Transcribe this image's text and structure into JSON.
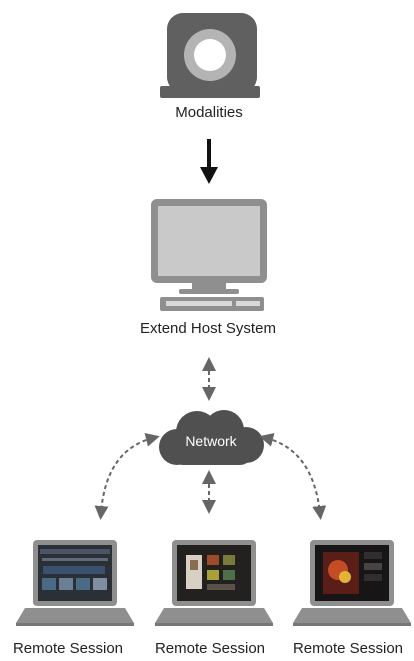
{
  "colors": {
    "device_gray": "#8c8c8c",
    "device_dark": "#5d5d5d",
    "screen_light": "#c8c8c8",
    "arrow": "#111111",
    "dashed_arrow": "#666666",
    "cloud": "#505050"
  },
  "nodes": {
    "modalities": {
      "label": "Modalities",
      "icon": "mri-scanner-icon"
    },
    "host": {
      "label": "Extend Host System",
      "icon": "desktop-computer-icon"
    },
    "network": {
      "label": "Network",
      "icon": "cloud-icon"
    },
    "remote_sessions": [
      {
        "label": "Remote Session",
        "icon": "laptop-icon"
      },
      {
        "label": "Remote Session",
        "icon": "laptop-icon"
      },
      {
        "label": "Remote Session",
        "icon": "laptop-icon"
      }
    ]
  }
}
